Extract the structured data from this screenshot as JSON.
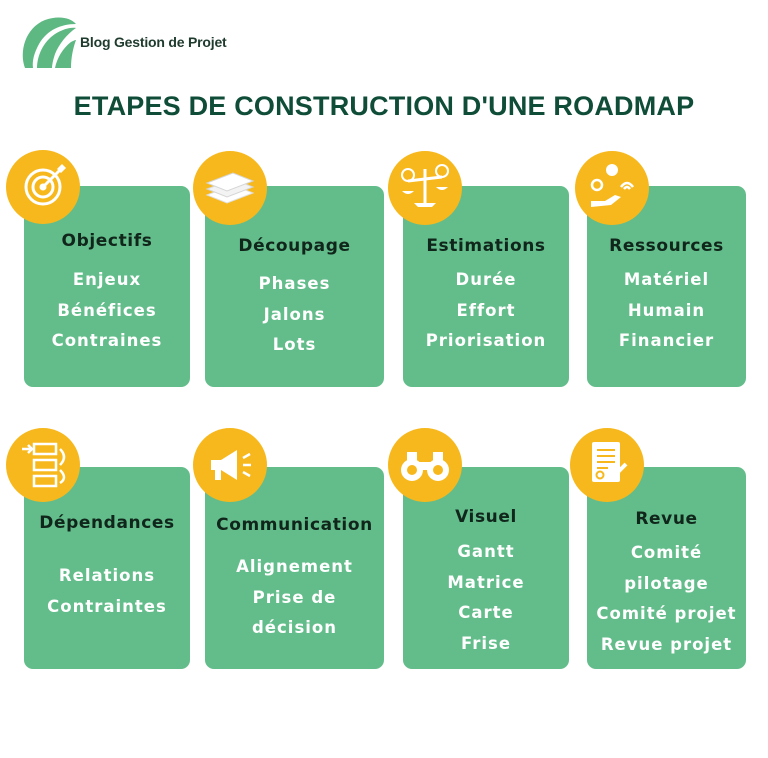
{
  "header": {
    "brand": "Blog Gestion de Projet",
    "title": "ETAPES DE CONSTRUCTION D'UNE ROADMAP"
  },
  "cards": [
    {
      "title": "Objectifs",
      "items": [
        "Enjeux",
        "Bénéfices",
        "Contraines"
      ],
      "icon": "target-icon"
    },
    {
      "title": "Découpage",
      "items": [
        "Phases",
        "Jalons",
        "Lots"
      ],
      "icon": "stacked-papers-icon"
    },
    {
      "title": "Estimations",
      "items": [
        "Durée",
        "Effort",
        "Priorisation"
      ],
      "icon": "balance-scale-icon"
    },
    {
      "title": "Ressources",
      "items": [
        "Matériel",
        "Humain",
        "Financier"
      ],
      "icon": "resources-icon"
    },
    {
      "title": "Dépendances",
      "items": [
        "Relations",
        "Contraintes"
      ],
      "icon": "flow-dependencies-icon"
    },
    {
      "title": "Communication",
      "items": [
        "Alignement",
        "Prise de",
        "décision"
      ],
      "icon": "megaphone-icon"
    },
    {
      "title": "Visuel",
      "items": [
        "Gantt",
        "Matrice",
        "Carte",
        "Frise"
      ],
      "icon": "binoculars-icon"
    },
    {
      "title": "Revue",
      "items": [
        "Comité",
        "pilotage",
        "Comité projet",
        "Revue projet"
      ],
      "icon": "document-review-icon"
    }
  ],
  "colors": {
    "card": "#63bd8b",
    "badge": "#f7b81d",
    "title": "#0f4d38",
    "card_title": "#10261b"
  }
}
